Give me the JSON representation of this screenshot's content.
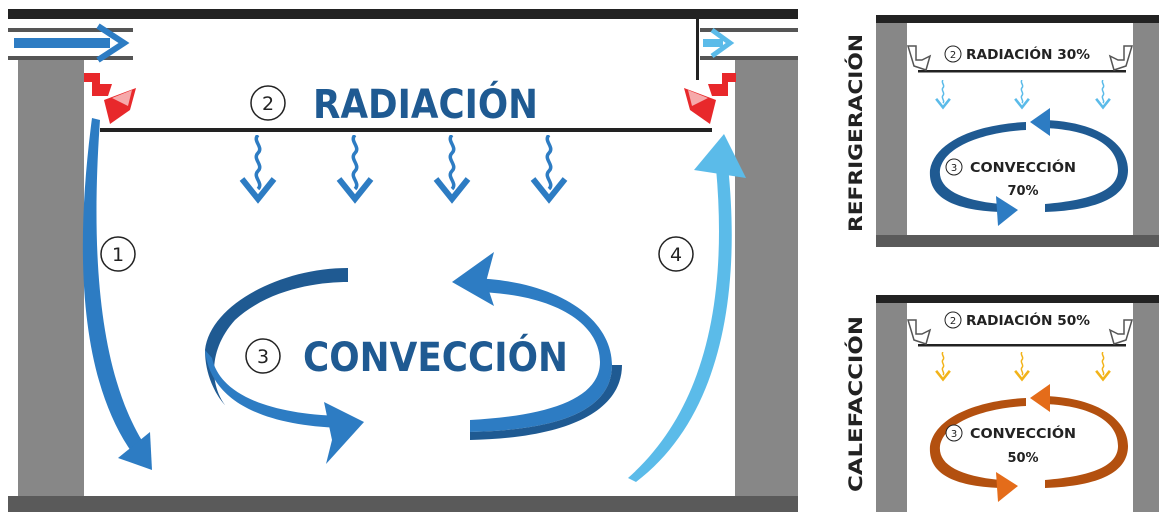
{
  "main": {
    "radiation_label": "RADIACIÓN",
    "convection_label": "CONVECCIÓN",
    "step_1": "1",
    "step_2": "2",
    "step_3": "3",
    "step_4": "4"
  },
  "cooling_panel": {
    "side_title": "REFRIGERACIÓN",
    "radiation_num": "2",
    "radiation_text": "RADIACIÓN 30%",
    "convection_num": "3",
    "convection_text": "CONVECCIÓN",
    "convection_pct": "70%"
  },
  "heating_panel": {
    "side_title": "CALEFACCIÓN",
    "radiation_num": "2",
    "radiation_text": "RADIACIÓN 50%",
    "convection_num": "3",
    "convection_text": "CONVECCIÓN",
    "convection_pct": "50%"
  },
  "colors": {
    "blue_dark": "#1f5a92",
    "blue_mid": "#2d7cc3",
    "blue_light": "#5bbbe9",
    "orange": "#e46c1a",
    "orange_dark": "#b3500f",
    "yellow": "#f2b31a",
    "red": "#e8282b",
    "wall": "#878787",
    "ceiling": "#222222",
    "floor": "#5a5a5a"
  }
}
